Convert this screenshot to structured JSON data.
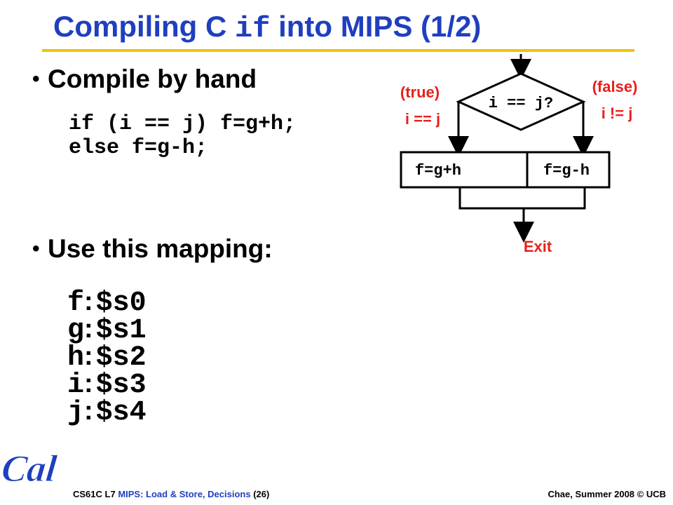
{
  "title": {
    "part1": "Compiling C ",
    "code": "if",
    "part2": " into MIPS (1/2)"
  },
  "bullets": [
    {
      "text": "Compile by hand"
    },
    {
      "text": "Use this mapping:"
    }
  ],
  "code_lines": [
    "if (i == j) f=g+h;",
    "else f=g-h;"
  ],
  "mapping": [
    {
      "var": "f",
      "reg": "$s0"
    },
    {
      "var": "g",
      "reg": "$s1"
    },
    {
      "var": "h",
      "reg": "$s2"
    },
    {
      "var": "i",
      "reg": "$s3"
    },
    {
      "var": "j",
      "reg": "$s4"
    }
  ],
  "flowchart": {
    "condition": "i == j?",
    "true_label": "(true)",
    "true_cond": "i == j",
    "false_label": "(false)",
    "false_cond": "i != j",
    "true_box": "f=g+h",
    "false_box": "f=g-h",
    "exit": "Exit"
  },
  "footer": {
    "course": "CS61C L7 ",
    "topic": "MIPS: Load & Store, Decisions",
    "page": " (26)",
    "author": "Chae, Summer 2008 © UCB"
  },
  "logo": {
    "text": "Cal",
    "color": "#1f3fbf"
  },
  "colors": {
    "title": "#1f3fbf",
    "rule": "#f2c300",
    "branch": "#e8211c"
  }
}
